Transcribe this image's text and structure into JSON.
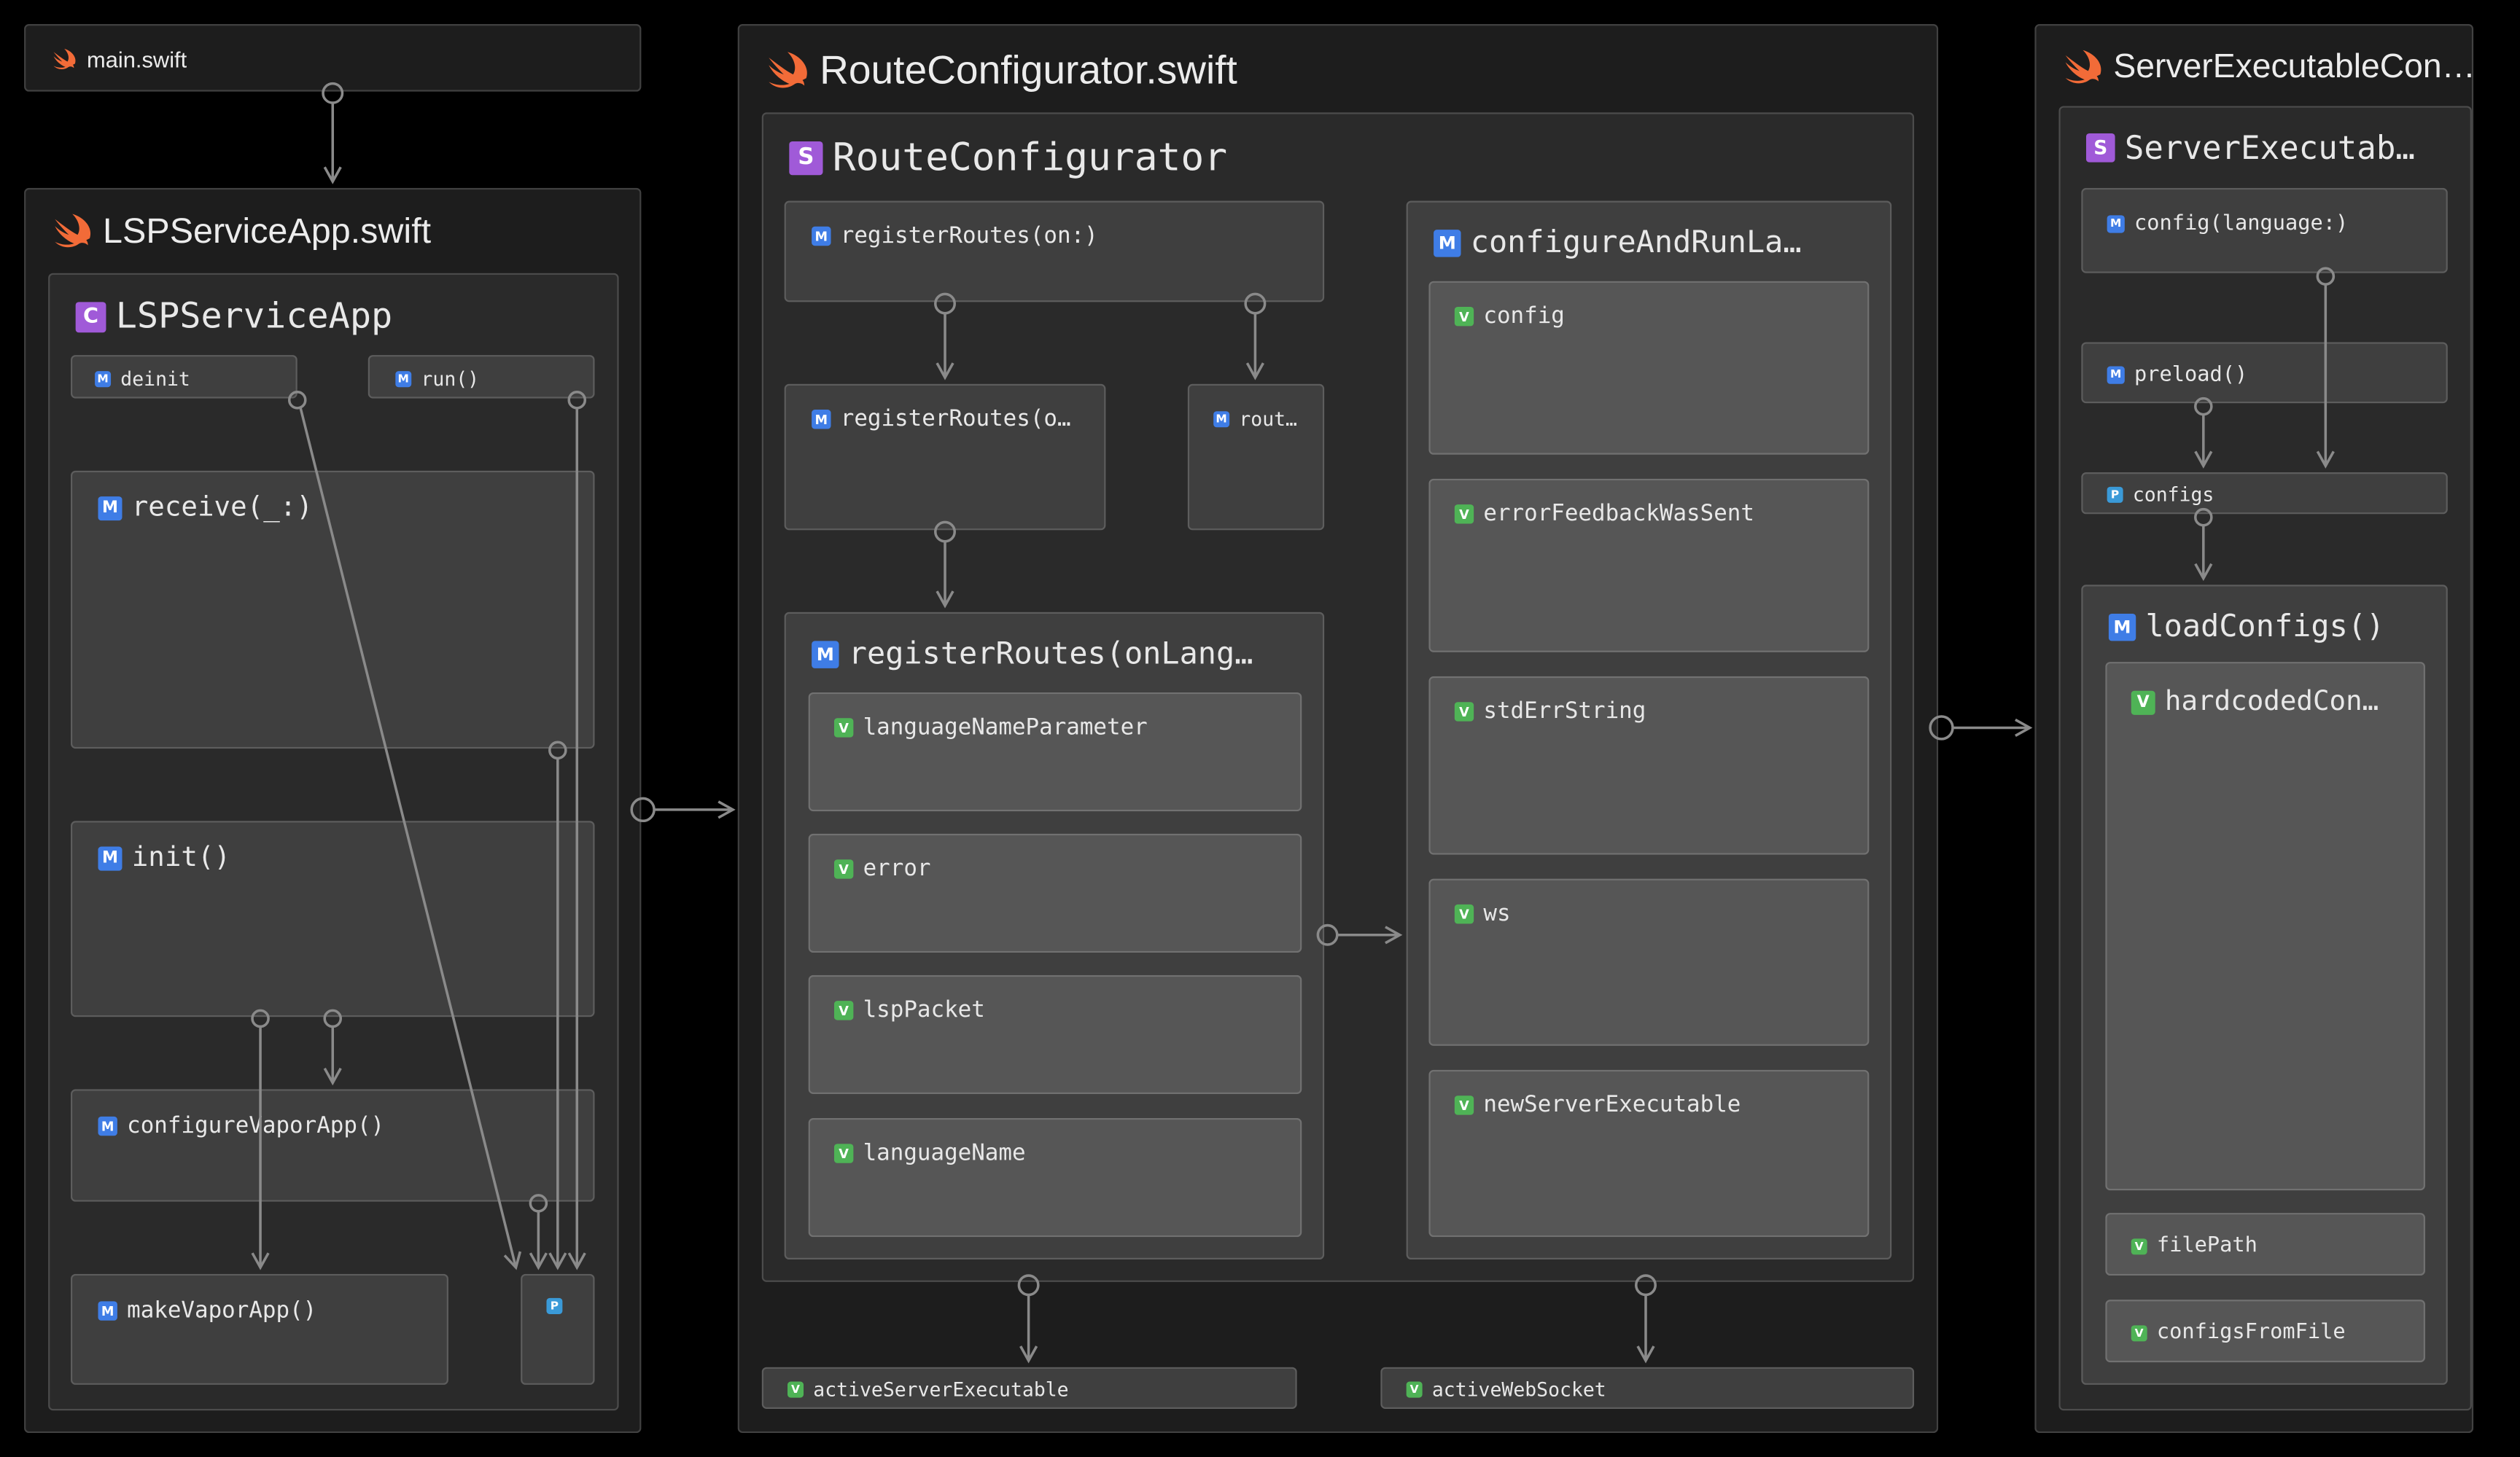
{
  "colors": {
    "background": "#000000",
    "file_box": "#1d1d1d",
    "type_box": "#2a2a2a",
    "member_box": "#3f3f3f",
    "nested_box": "#565656",
    "edge": "#8a8a8a",
    "swift_orange": "#f26b38",
    "badge_struct_class": "#a05ad8",
    "badge_method": "#3f7de6",
    "badge_variable": "#4fb356",
    "badge_property": "#3a9ad8"
  },
  "icons": {
    "file": "swift-icon",
    "struct": "S",
    "class": "C",
    "method": "M",
    "variable": "V",
    "property": "P"
  },
  "files": {
    "main": {
      "name": "main.swift"
    },
    "lsp": {
      "name": "LSPServiceApp.swift",
      "type": {
        "kind": "C",
        "name": "LSPServiceApp"
      },
      "members": {
        "deinit": {
          "kind": "M",
          "name": "deinit"
        },
        "run": {
          "kind": "M",
          "name": "run()"
        },
        "receive": {
          "kind": "M",
          "name": "receive(_:)"
        },
        "init": {
          "kind": "M",
          "name": "init()"
        },
        "configure_vapor": {
          "kind": "M",
          "name": "configureVaporApp()"
        },
        "make_vapor": {
          "kind": "M",
          "name": "makeVaporApp()"
        },
        "p": {
          "kind": "P",
          "name": ""
        }
      }
    },
    "route": {
      "name": "RouteConfigurator.swift",
      "type": {
        "kind": "S",
        "name": "RouteConfigurator"
      },
      "members": {
        "register_on": {
          "kind": "M",
          "name": "registerRoutes(on:)"
        },
        "register_o": {
          "kind": "M",
          "name": "registerRoutes(o…"
        },
        "rout": {
          "kind": "M",
          "name": "rout…"
        },
        "register_lang": {
          "kind": "M",
          "name": "registerRoutes(onLang…",
          "vars": [
            "languageNameParameter",
            "error",
            "lspPacket",
            "languageName"
          ]
        },
        "configure_run": {
          "kind": "M",
          "name": "configureAndRunLa…",
          "vars": [
            "config",
            "errorFeedbackWasSent",
            "stdErrString",
            "ws",
            "newServerExecutable"
          ]
        }
      },
      "file_vars": [
        "activeServerExecutable",
        "activeWebSocket"
      ]
    },
    "server": {
      "name": "ServerExecutableCon…",
      "type": {
        "kind": "S",
        "name": "ServerExecutab…"
      },
      "members": {
        "config": {
          "kind": "M",
          "name": "config(language:)"
        },
        "preload": {
          "kind": "M",
          "name": "preload()"
        },
        "configs": {
          "kind": "P",
          "name": "configs"
        },
        "load_configs": {
          "kind": "M",
          "name": "loadConfigs()",
          "hardcoded": {
            "kind": "V",
            "name": "hardcodedCon…"
          },
          "vars": [
            "filePath",
            "configsFromFile"
          ]
        }
      }
    }
  }
}
